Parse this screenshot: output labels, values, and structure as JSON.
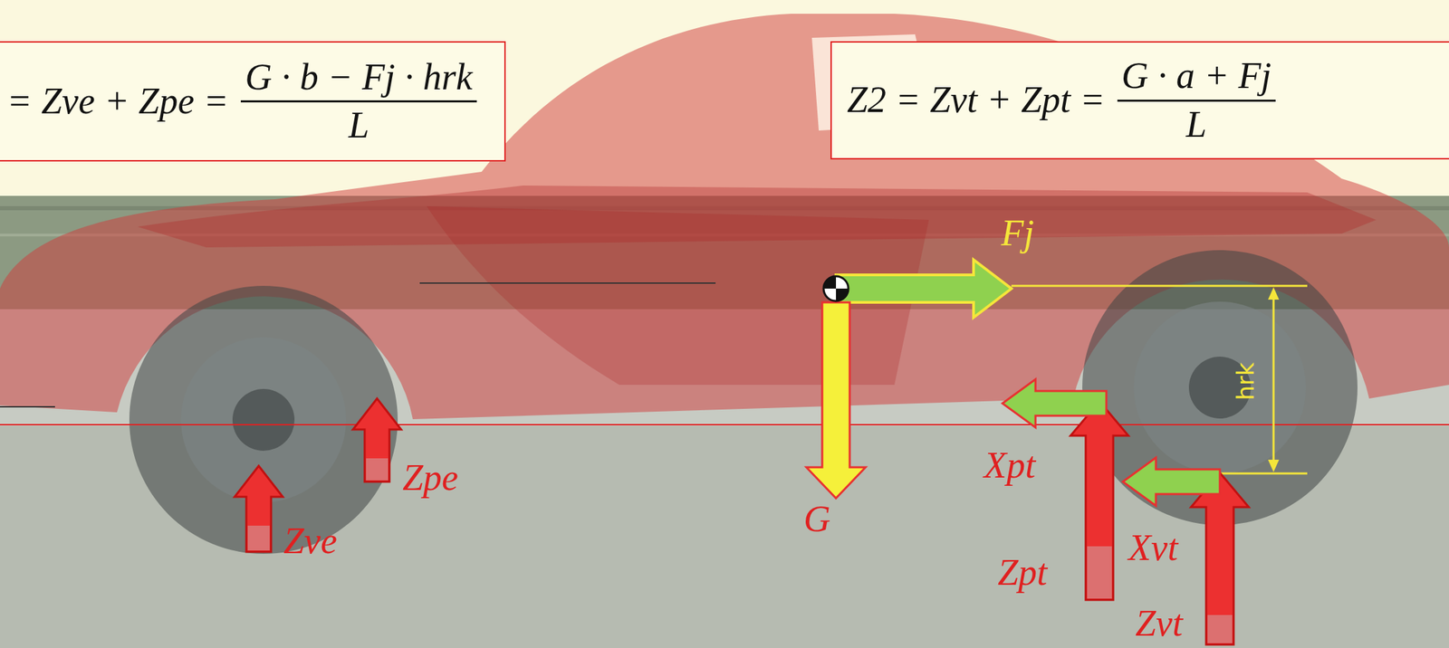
{
  "diagram": {
    "nodes": [
      {
        "text": [
          "= Zve + Zpe =",
          "G · b − Fj · hrk",
          "L"
        ]
      },
      {
        "text": [
          "Z2 = Zvt + Zpt =",
          "G · a + Fj",
          "L"
        ]
      }
    ],
    "labels": [
      "Fj",
      "hrk",
      "G",
      "Xpt",
      "Xvt",
      "Zpt",
      "Zvt",
      "Zpe",
      "Zve"
    ]
  }
}
